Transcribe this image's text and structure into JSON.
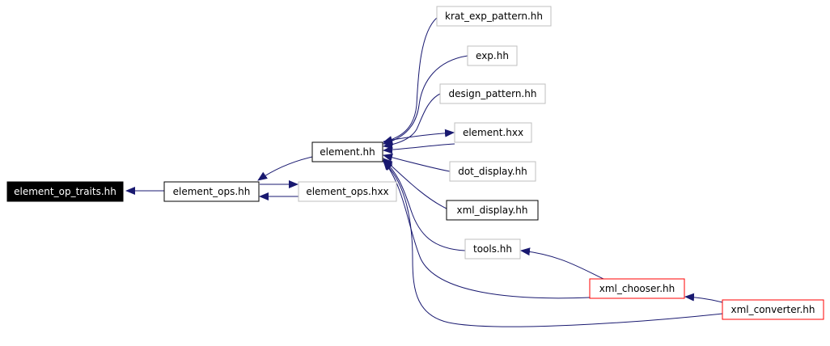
{
  "colors": {
    "edge": "#191970",
    "node_black": "#000000",
    "node_gray": "#bfbfbf",
    "node_red": "#ff0000",
    "root_fill": "#000000",
    "root_text": "#ffffff",
    "text": "#000000"
  },
  "nodes": {
    "element_op_traits": {
      "label": "element_op_traits.hh",
      "style": "root"
    },
    "element_ops": {
      "label": "element_ops.hh",
      "style": "black"
    },
    "element_ops_hxx": {
      "label": "element_ops.hxx",
      "style": "gray"
    },
    "element": {
      "label": "element.hh",
      "style": "black"
    },
    "krat_exp_pattern": {
      "label": "krat_exp_pattern.hh",
      "style": "gray"
    },
    "exp": {
      "label": "exp.hh",
      "style": "gray"
    },
    "design_pattern": {
      "label": "design_pattern.hh",
      "style": "gray"
    },
    "element_hxx": {
      "label": "element.hxx",
      "style": "gray"
    },
    "dot_display": {
      "label": "dot_display.hh",
      "style": "gray"
    },
    "xml_display": {
      "label": "xml_display.hh",
      "style": "black"
    },
    "tools": {
      "label": "tools.hh",
      "style": "gray"
    },
    "xml_chooser": {
      "label": "xml_chooser.hh",
      "style": "red"
    },
    "xml_converter": {
      "label": "xml_converter.hh",
      "style": "red"
    }
  },
  "edges": [
    {
      "from": "element_ops",
      "to": "element_op_traits"
    },
    {
      "from": "element_ops_hxx",
      "to": "element_ops"
    },
    {
      "from": "element_ops",
      "to": "element_ops_hxx"
    },
    {
      "from": "element",
      "to": "element_ops"
    },
    {
      "from": "krat_exp_pattern",
      "to": "element"
    },
    {
      "from": "exp",
      "to": "element"
    },
    {
      "from": "design_pattern",
      "to": "element"
    },
    {
      "from": "element_hxx",
      "to": "element"
    },
    {
      "from": "element",
      "to": "element_hxx"
    },
    {
      "from": "dot_display",
      "to": "element"
    },
    {
      "from": "xml_display",
      "to": "element"
    },
    {
      "from": "tools",
      "to": "element"
    },
    {
      "from": "xml_chooser",
      "to": "element"
    },
    {
      "from": "xml_chooser",
      "to": "tools"
    },
    {
      "from": "xml_converter",
      "to": "element"
    },
    {
      "from": "xml_converter",
      "to": "xml_chooser"
    }
  ]
}
